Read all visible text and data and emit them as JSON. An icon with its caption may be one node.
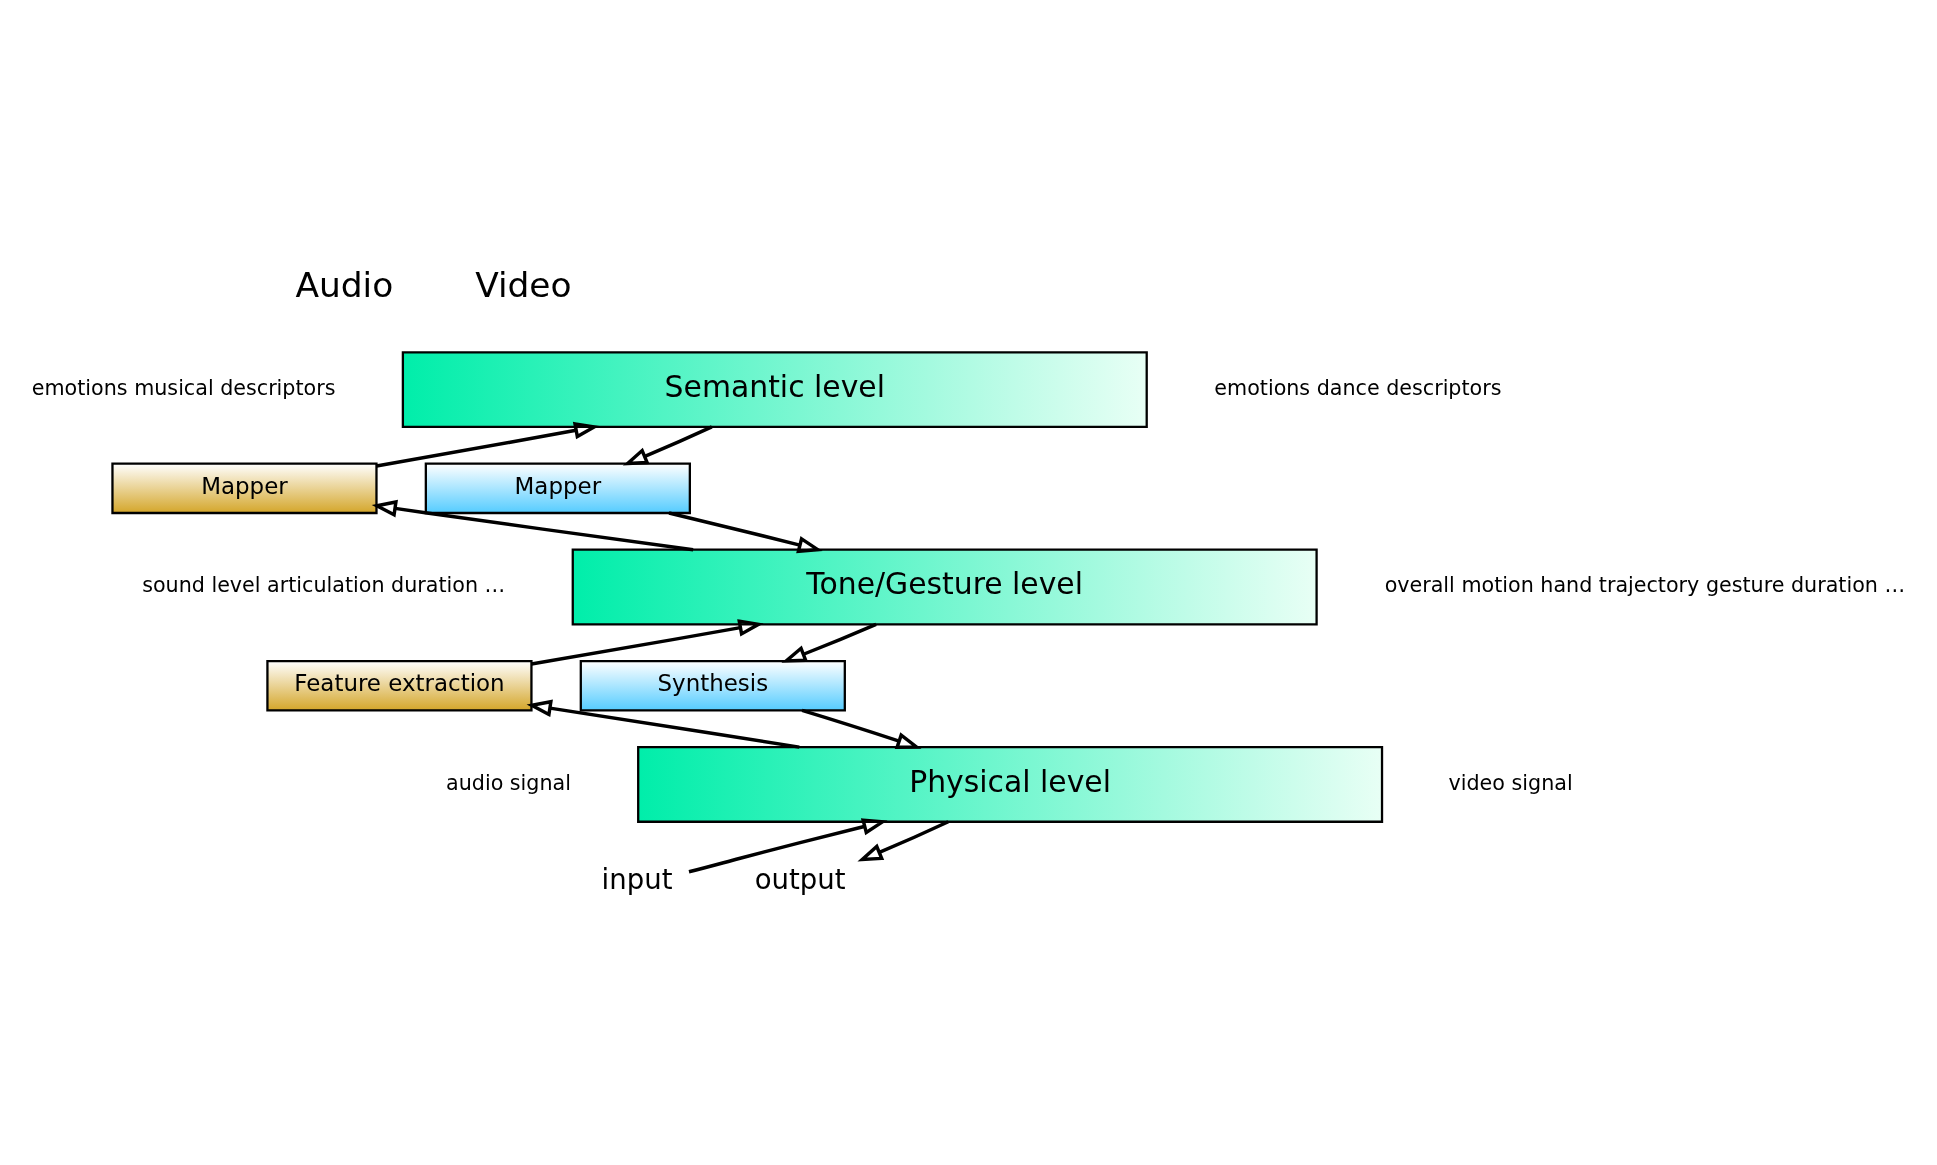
{
  "diagram": {
    "nodes": [
      {
        "text": [
          "Semantic level"
        ]
      },
      {
        "text": [
          "Mapper"
        ]
      },
      {
        "text": [
          "Mapper"
        ]
      },
      {
        "text": [
          "Tone/Gesture level"
        ]
      },
      {
        "text": [
          "Feature extraction"
        ]
      },
      {
        "text": [
          "Synthesis"
        ]
      },
      {
        "text": [
          "Physical level"
        ]
      },
      {
        "text": [
          "input"
        ]
      },
      {
        "text": [
          "output"
        ]
      }
    ],
    "edges": [
      {
        "from": 7,
        "to": 6,
        "arrow": "to"
      },
      {
        "from": 6,
        "to": 4,
        "arrow": "to"
      },
      {
        "from": 4,
        "to": 3,
        "arrow": "to"
      },
      {
        "from": 3,
        "to": 1,
        "arrow": "to"
      },
      {
        "from": 1,
        "to": 0,
        "arrow": "to"
      },
      {
        "from": 0,
        "to": 2,
        "arrow": "to"
      },
      {
        "from": 2,
        "to": 3,
        "arrow": "to"
      },
      {
        "from": 3,
        "to": 5,
        "arrow": "to"
      },
      {
        "from": 5,
        "to": 6,
        "arrow": "to"
      },
      {
        "from": 6,
        "to": 8,
        "arrow": "to"
      }
    ],
    "labels": [
      "Audio",
      "Video",
      "emotions musical descriptors",
      "emotions dance descriptors",
      "sound level articulation duration …",
      "overall motion hand trajectory gesture duration …",
      "audio signal",
      "video signal"
    ]
  }
}
